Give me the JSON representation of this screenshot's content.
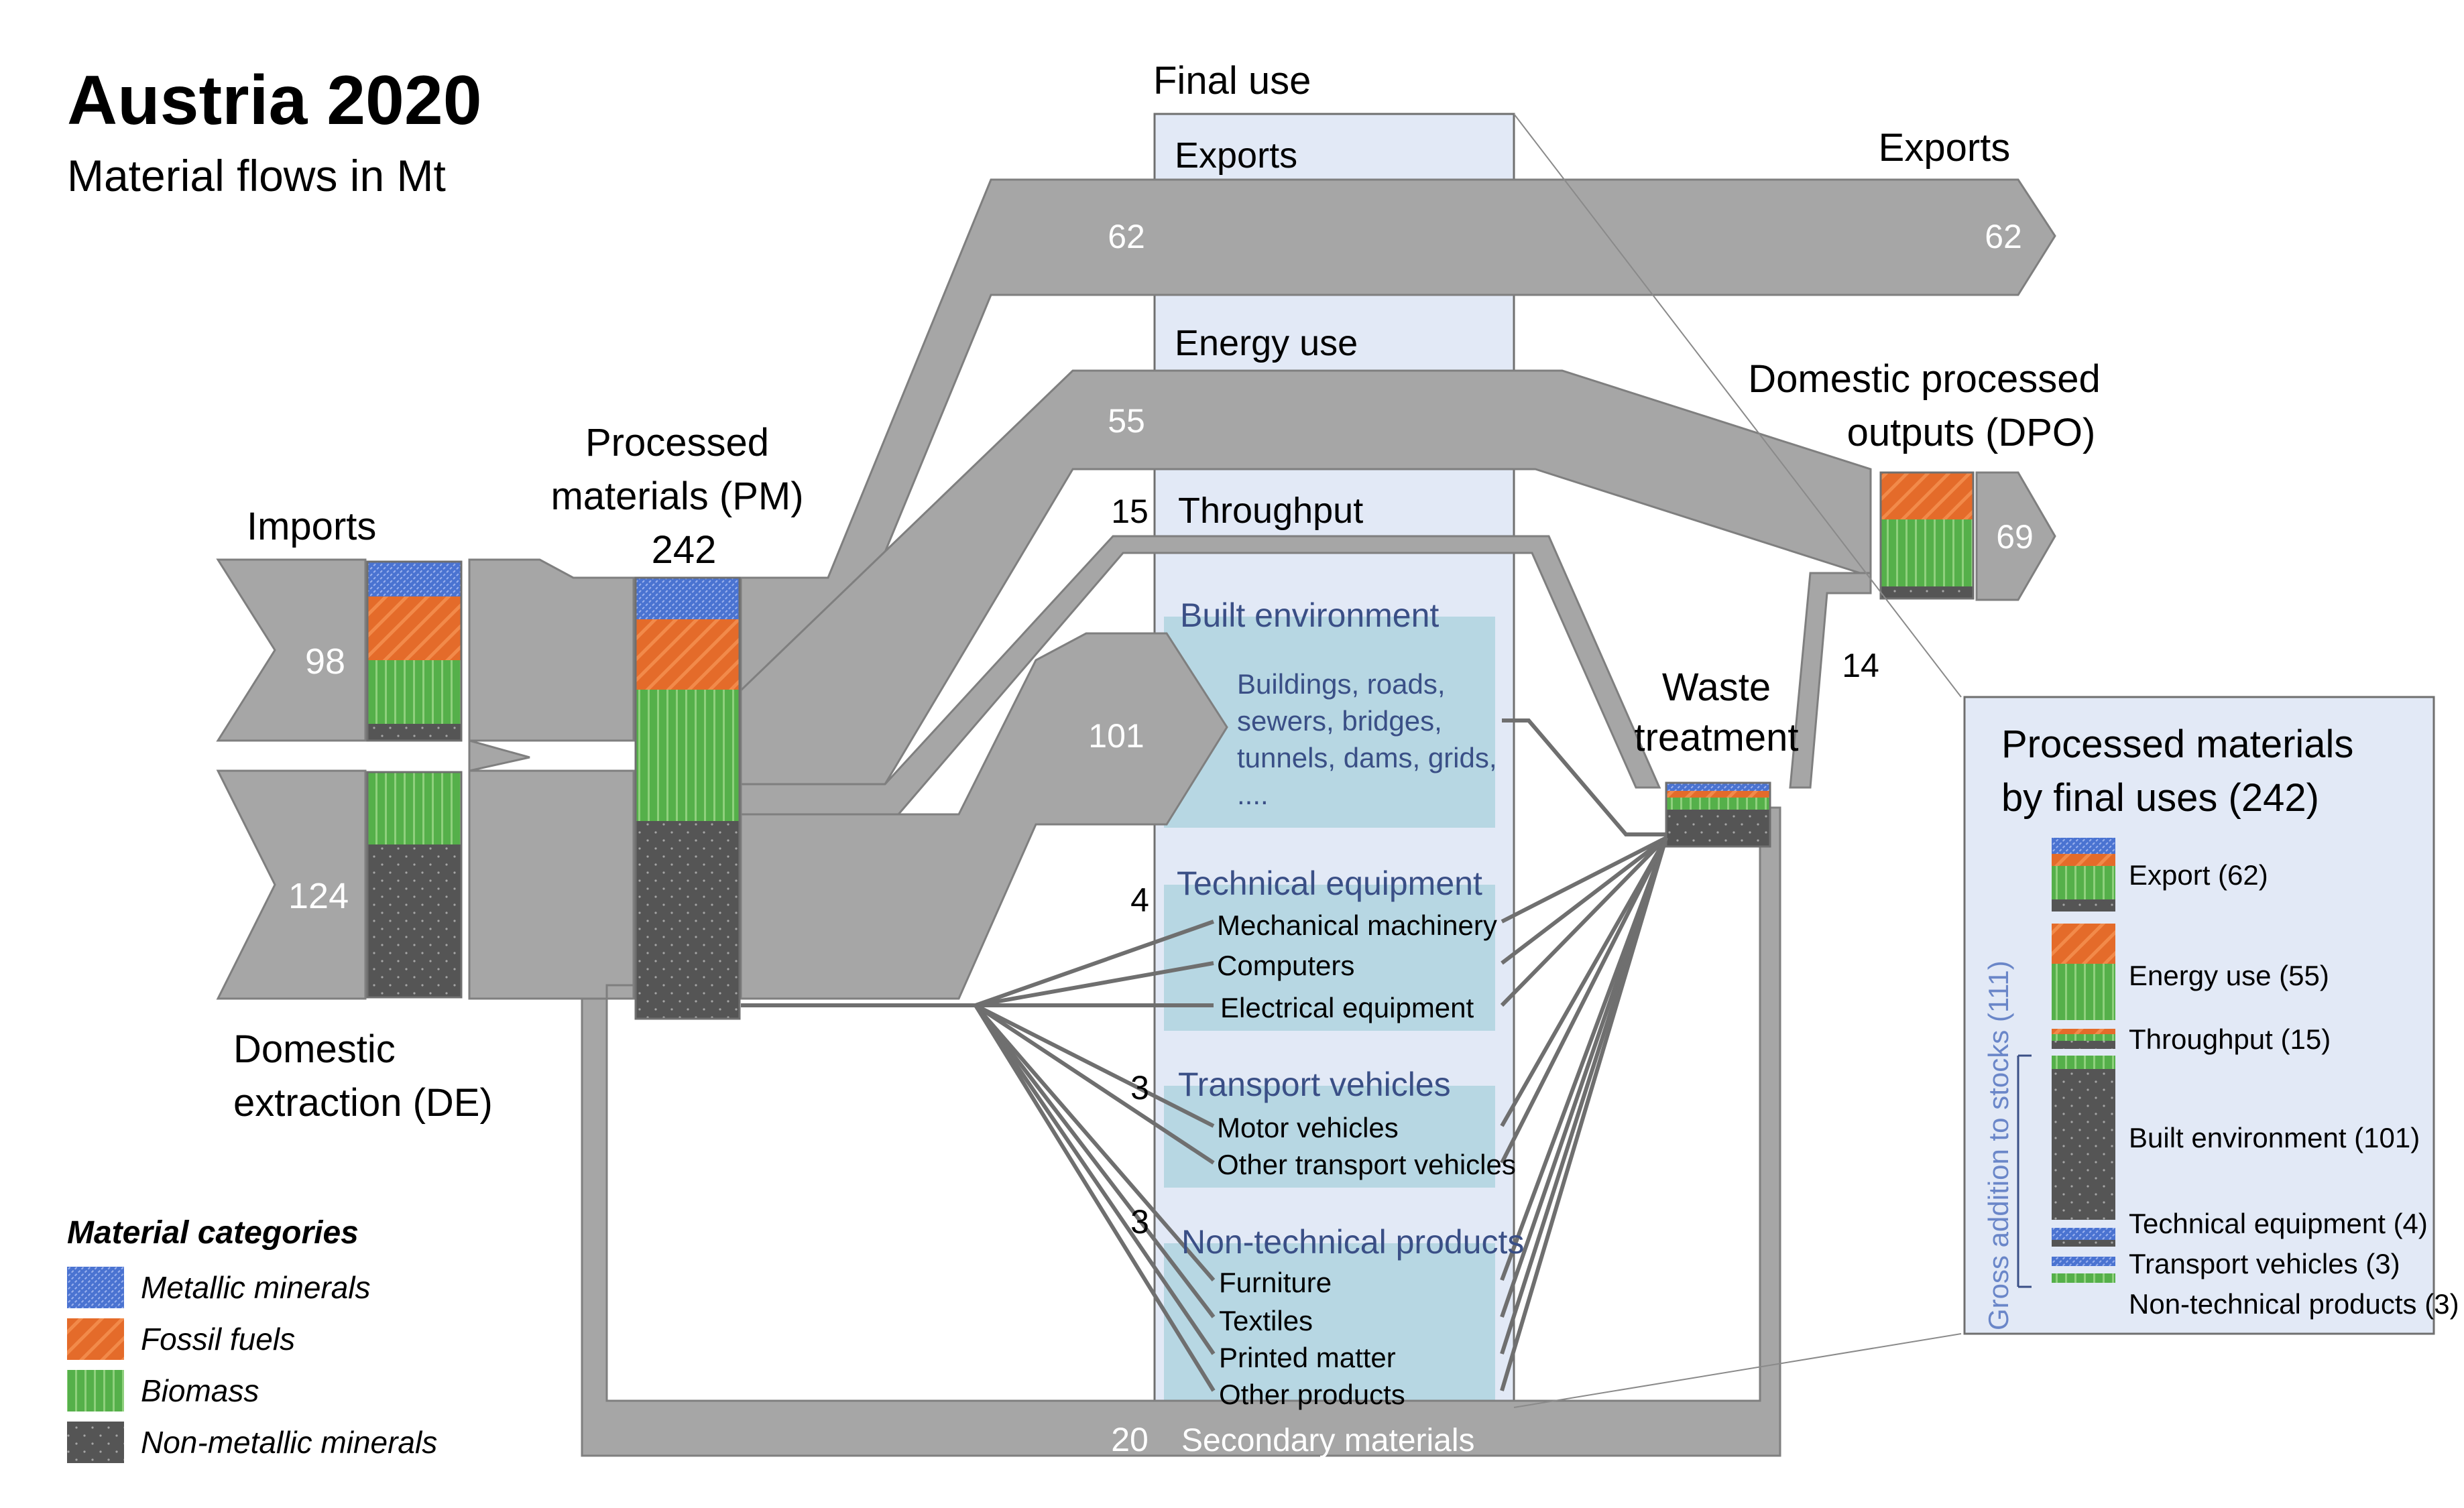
{
  "title": "Austria 2020",
  "subtitle": "Material flows in Mt",
  "nodes": {
    "imports": {
      "label": "Imports",
      "value": "98"
    },
    "domestic_extraction": {
      "label_line1": "Domestic",
      "label_line2": "extraction (DE)",
      "value": "124"
    },
    "processed_materials": {
      "label_line1": "Processed",
      "label_line2": "materials (PM)",
      "value": "242"
    },
    "final_use": {
      "label": "Final use"
    },
    "exports": {
      "label": "Exports",
      "value": "62"
    },
    "dpo": {
      "label_line1": "Domestic processed",
      "label_line2": "outputs (DPO)",
      "value": "69"
    },
    "waste_treatment": {
      "label_line1": "Waste",
      "label_line2": "treatment"
    }
  },
  "final_uses": {
    "exports": {
      "label": "Exports",
      "value": "62"
    },
    "energy_use": {
      "label": "Energy use",
      "value": "55"
    },
    "throughput": {
      "label": "Throughput",
      "value": "15"
    },
    "built_environment": {
      "label": "Built environment",
      "value": "101",
      "description": [
        "Buildings, roads,",
        "sewers, bridges,",
        "tunnels, dams, grids,",
        "...."
      ]
    },
    "technical_equipment": {
      "label": "Technical equipment",
      "value": "4",
      "items": [
        "Mechanical machinery",
        "Computers",
        "Electrical equipment"
      ]
    },
    "transport_vehicles": {
      "label": "Transport vehicles",
      "value": "3",
      "items": [
        "Motor vehicles",
        "Other transport vehicles"
      ]
    },
    "non_technical_products": {
      "label": "Non-technical products",
      "value": "3",
      "items": [
        "Furniture",
        "Textiles",
        "Printed matter",
        "Other products"
      ]
    }
  },
  "flows": {
    "waste_to_dpo": "14",
    "secondary_materials": {
      "label": "Secondary materials",
      "value": "20"
    }
  },
  "inset": {
    "title_line1": "Processed materials",
    "title_line2": "by final uses (242)",
    "stock_label": "Gross addition to stocks (111)",
    "items": [
      "Export (62)",
      "Energy use (55)",
      "Throughput (15)",
      "Built environment (101)",
      "Technical equipment (4)",
      "Transport vehicles (3)",
      "Non-technical products (3)"
    ]
  },
  "legend": {
    "title": "Material categories",
    "items": [
      "Metallic minerals",
      "Fossil fuels",
      "Biomass",
      "Non-metallic minerals"
    ]
  },
  "colors": {
    "flow": "#a6a6a6",
    "flow_dark": "#7f7f7f",
    "final_use_panel": "#e2e9f6",
    "sub_panel": "#b7d7e3",
    "metallic": "#4a73d1",
    "fossil": "#e46b2a",
    "biomass": "#55b04a",
    "non_metallic": "#555555",
    "panel_text": "#3a4f86"
  }
}
